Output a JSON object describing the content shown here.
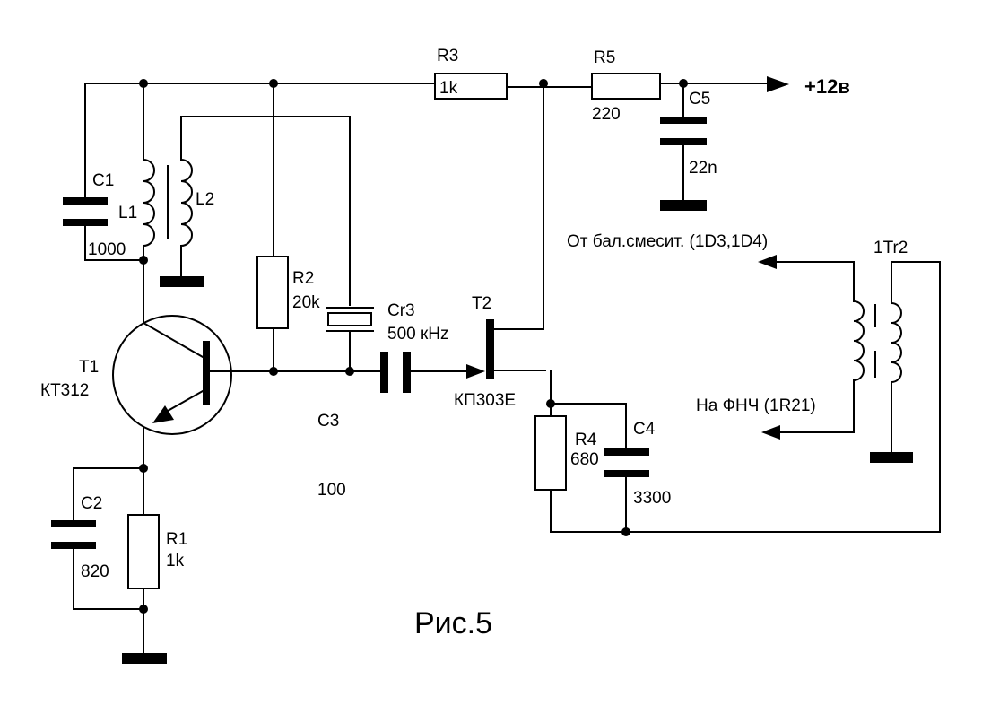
{
  "caption": "Рис.5",
  "supply": "+12в",
  "components": {
    "R1": {
      "ref": "R1",
      "value": "1k"
    },
    "R2": {
      "ref": "R2",
      "value": "20k"
    },
    "R3": {
      "ref": "R3",
      "value": "1k"
    },
    "R4": {
      "ref": "R4",
      "value": "680"
    },
    "R5": {
      "ref": "R5",
      "value": "220"
    },
    "C1": {
      "ref": "C1",
      "value": "1000"
    },
    "C2": {
      "ref": "C2",
      "value": "820"
    },
    "C3": {
      "ref": "C3",
      "value": "100"
    },
    "C4": {
      "ref": "C4",
      "value": "3300"
    },
    "C5": {
      "ref": "C5",
      "value": "22n"
    },
    "L1": {
      "ref": "L1"
    },
    "L2": {
      "ref": "L2"
    },
    "Cr3": {
      "ref": "Cr3",
      "value": "500 кHz"
    },
    "T1": {
      "ref": "T1",
      "type": "КТ312"
    },
    "T2": {
      "ref": "T2",
      "type": "КП303Е"
    },
    "Tr2": {
      "ref": "1Tr2"
    }
  },
  "signals": {
    "from_mixer": "От бал.смесит. (1D3,1D4)",
    "to_lpf": "На ФНЧ (1R21)"
  },
  "icons": {
    "arrow": "arrow-icon",
    "ground": "ground-icon"
  }
}
